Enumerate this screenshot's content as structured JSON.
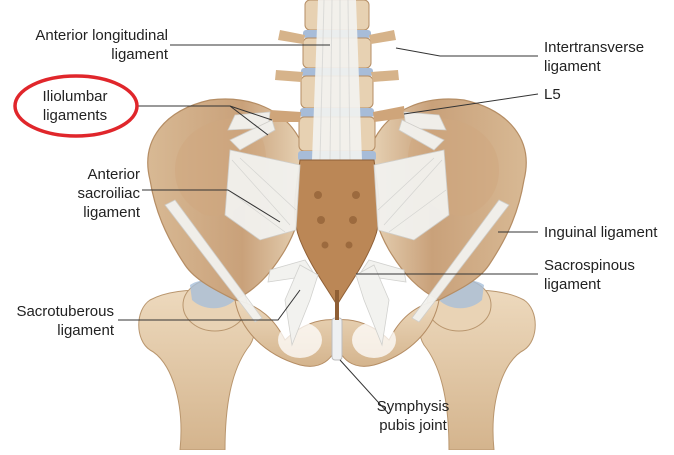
{
  "labels": {
    "anterior_longitudinal": [
      "Anterior longitudinal",
      "ligament"
    ],
    "iliolumbar": [
      "Iliolumbar",
      "ligaments"
    ],
    "anterior_sacroiliac": [
      "Anterior",
      "sacroiliac",
      "ligament"
    ],
    "sacrotuberous": [
      "Sacrotuberous",
      "ligament"
    ],
    "intertransverse": [
      "Intertransverse",
      "ligament"
    ],
    "l5": "L5",
    "inguinal": "Inguinal ligament",
    "sacrospinous": [
      "Sacrospinous",
      "ligament"
    ],
    "symphysis": [
      "Symphysis",
      "pubis joint"
    ]
  },
  "colors": {
    "highlight_circle": "#e0262b",
    "bone": "#e6cfb0",
    "bone_shadow": "#c9ab86",
    "ligament": "#f1f1ef",
    "disc": "#9fb6d6",
    "sacrum": "#b98552"
  }
}
